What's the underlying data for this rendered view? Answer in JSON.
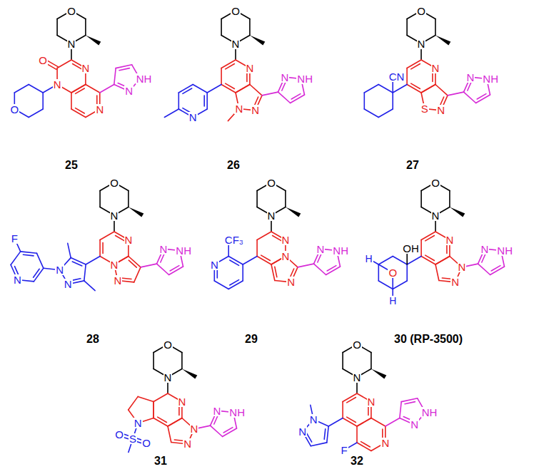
{
  "diagram": {
    "labels": [
      "O",
      "N",
      "N",
      "O",
      "N",
      "O",
      "N",
      "N",
      "NH",
      "25",
      "O",
      "N",
      "N",
      "N",
      "N",
      "N",
      "N",
      "NH",
      "26",
      "O",
      "N",
      "N",
      "CN",
      "S",
      "N",
      "N",
      "NH",
      "27",
      "O",
      "N",
      "N",
      "N",
      "N",
      "N",
      "N",
      "N",
      "F",
      "N",
      "NH",
      "28",
      "O",
      "N",
      "N",
      "N",
      "N",
      "N",
      "CF₃",
      "N",
      "NH",
      "29",
      "O",
      "N",
      "N",
      "OH",
      "O",
      "H",
      "H",
      "N",
      "N",
      "N",
      "NH",
      "30 (RP-3500)",
      "O",
      "N",
      "N",
      "N",
      "S",
      "O",
      "O",
      "N",
      "N",
      "N",
      "NH",
      "31",
      "O",
      "N",
      "N",
      "N",
      "N",
      "N",
      "F",
      "N",
      "NH",
      "32"
    ]
  }
}
